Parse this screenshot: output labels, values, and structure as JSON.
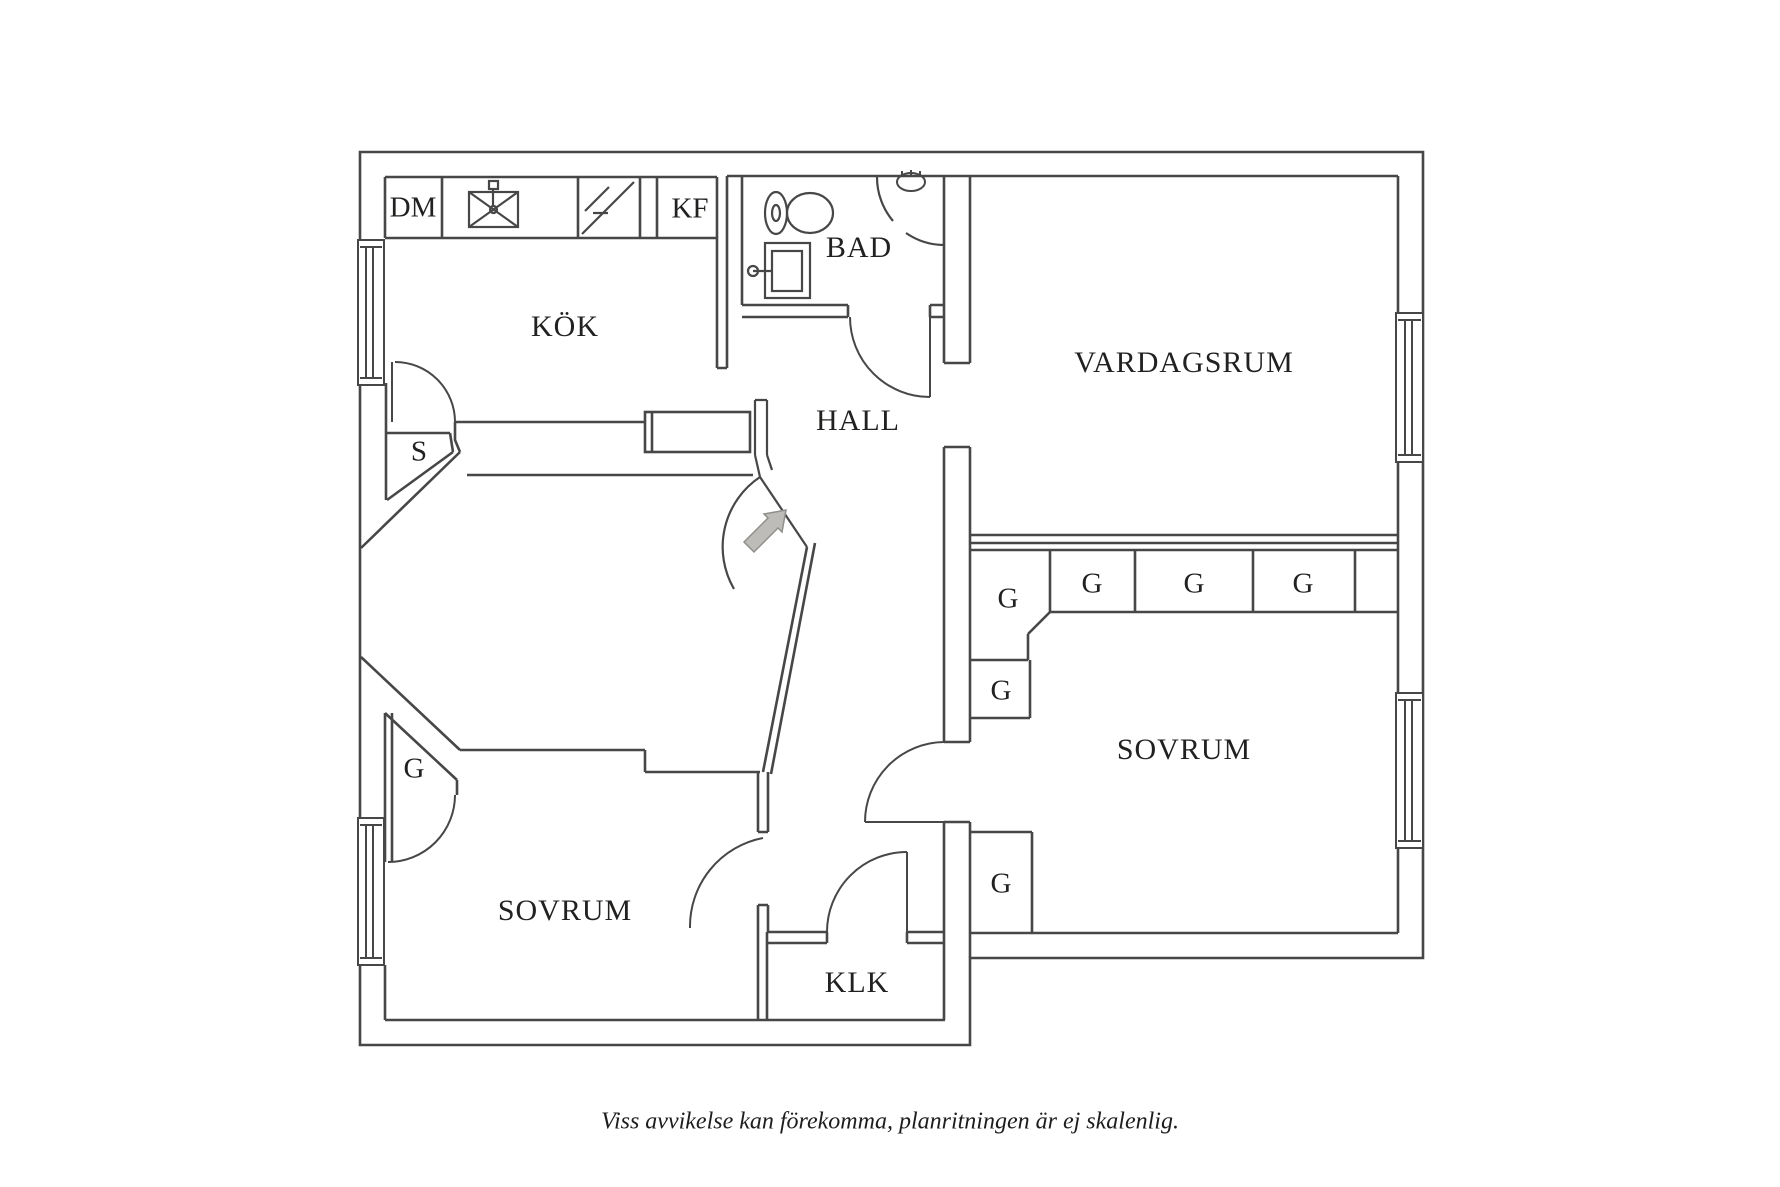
{
  "floorplan": {
    "rooms": {
      "kitchen": "KÖK",
      "bathroom": "BAD",
      "hall": "HALL",
      "living_room": "VARDAGSRUM",
      "bedroom_left": "SOVRUM",
      "bedroom_right": "SOVRUM",
      "closet": "KLK"
    },
    "markers": {
      "dishwasher": "DM",
      "fridge_freezer": "KF",
      "pantry": "S",
      "wardrobe": "G"
    },
    "disclaimer": "Viss avvikelse kan förekomma, planritningen är ej skalenlig."
  },
  "colors": {
    "wall": "#474747",
    "text": "#222120",
    "entrance_arrow_fill": "#bdbcb9",
    "entrance_arrow_stroke": "#8f8e8b"
  }
}
